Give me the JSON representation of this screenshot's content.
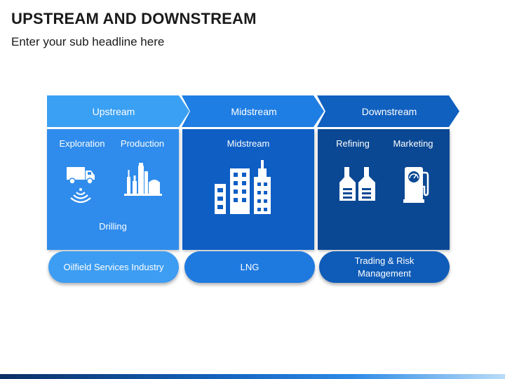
{
  "header": {
    "title": "UPSTREAM AND DOWNSTREAM",
    "subtitle": "Enter your sub headline here"
  },
  "stages": [
    {
      "arrow_label": "Upstream",
      "color": "#2f93f0",
      "items": [
        "Exploration",
        "Production",
        "Drilling"
      ],
      "pill": "Oilfield Services Industry",
      "pill_color": "#3d9df2",
      "icons": [
        "truck-signal-icon",
        "refinery-towers-icon"
      ]
    },
    {
      "arrow_label": "Midstream",
      "color": "#1a73dc",
      "items": [
        "Midstream"
      ],
      "pill": "LNG",
      "pill_color": "#1f7ae0",
      "icons": [
        "city-buildings-icon"
      ]
    },
    {
      "arrow_label": "Downstream",
      "color": "#0d58b5",
      "items": [
        "Refining",
        "Marketing"
      ],
      "pill": "Trading & Risk Management",
      "pill_color": "#0f5cb8",
      "icons": [
        "factory-icon",
        "fuel-pump-icon"
      ]
    }
  ],
  "colors": {
    "panel_upstream": "#2f8cec",
    "panel_midstream": "#0e5ec4",
    "panel_downstream": "#0a4893"
  }
}
